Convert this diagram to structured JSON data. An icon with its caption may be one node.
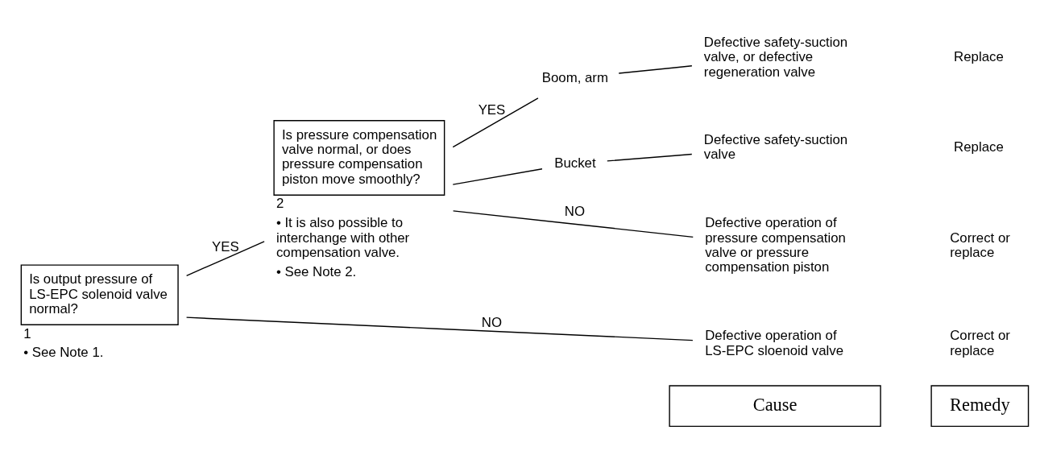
{
  "diagram": {
    "nodes": [
      {
        "text": [
          "Is output pressure of LS-EPC solenoid valve normal?"
        ],
        "beside": [
          "1",
          "• See Note 1."
        ]
      },
      {
        "text": [
          "Is pressure compensation valve normal, or does pressure compensation piston move smoothly?"
        ],
        "beside": [
          "2",
          "• It is also possible to interchange with other compensation valve.",
          "• See Note 2."
        ]
      },
      {
        "text": [
          "Boom, arm"
        ]
      },
      {
        "text": [
          "Bucket"
        ]
      },
      {
        "text": [
          "Defective safety-suction valve, or defective regeneration valve"
        ]
      },
      {
        "text": [
          "Defective safety-suction valve"
        ]
      },
      {
        "text": [
          "Defective operation of pressure compensation valve or pressure compensation piston"
        ]
      },
      {
        "text": [
          "Defective operation of LS-EPC sloenoid valve"
        ]
      }
    ],
    "edges": [
      {
        "from": 0,
        "to": 1,
        "arrow": "none",
        "label": "YES"
      },
      {
        "from": 0,
        "to": 7,
        "arrow": "none",
        "label": "NO"
      },
      {
        "from": 1,
        "to": 2,
        "arrow": "none",
        "label": "YES"
      },
      {
        "from": 1,
        "to": 3,
        "arrow": "none"
      },
      {
        "from": 1,
        "to": 6,
        "arrow": "none",
        "label": "NO"
      },
      {
        "from": 2,
        "to": 4,
        "arrow": "none"
      },
      {
        "from": 3,
        "to": 5,
        "arrow": "none"
      }
    ],
    "labels": [
      "Cause",
      "Remedy",
      "Replace",
      "Replace",
      "Correct or replace",
      "Correct or replace"
    ]
  }
}
